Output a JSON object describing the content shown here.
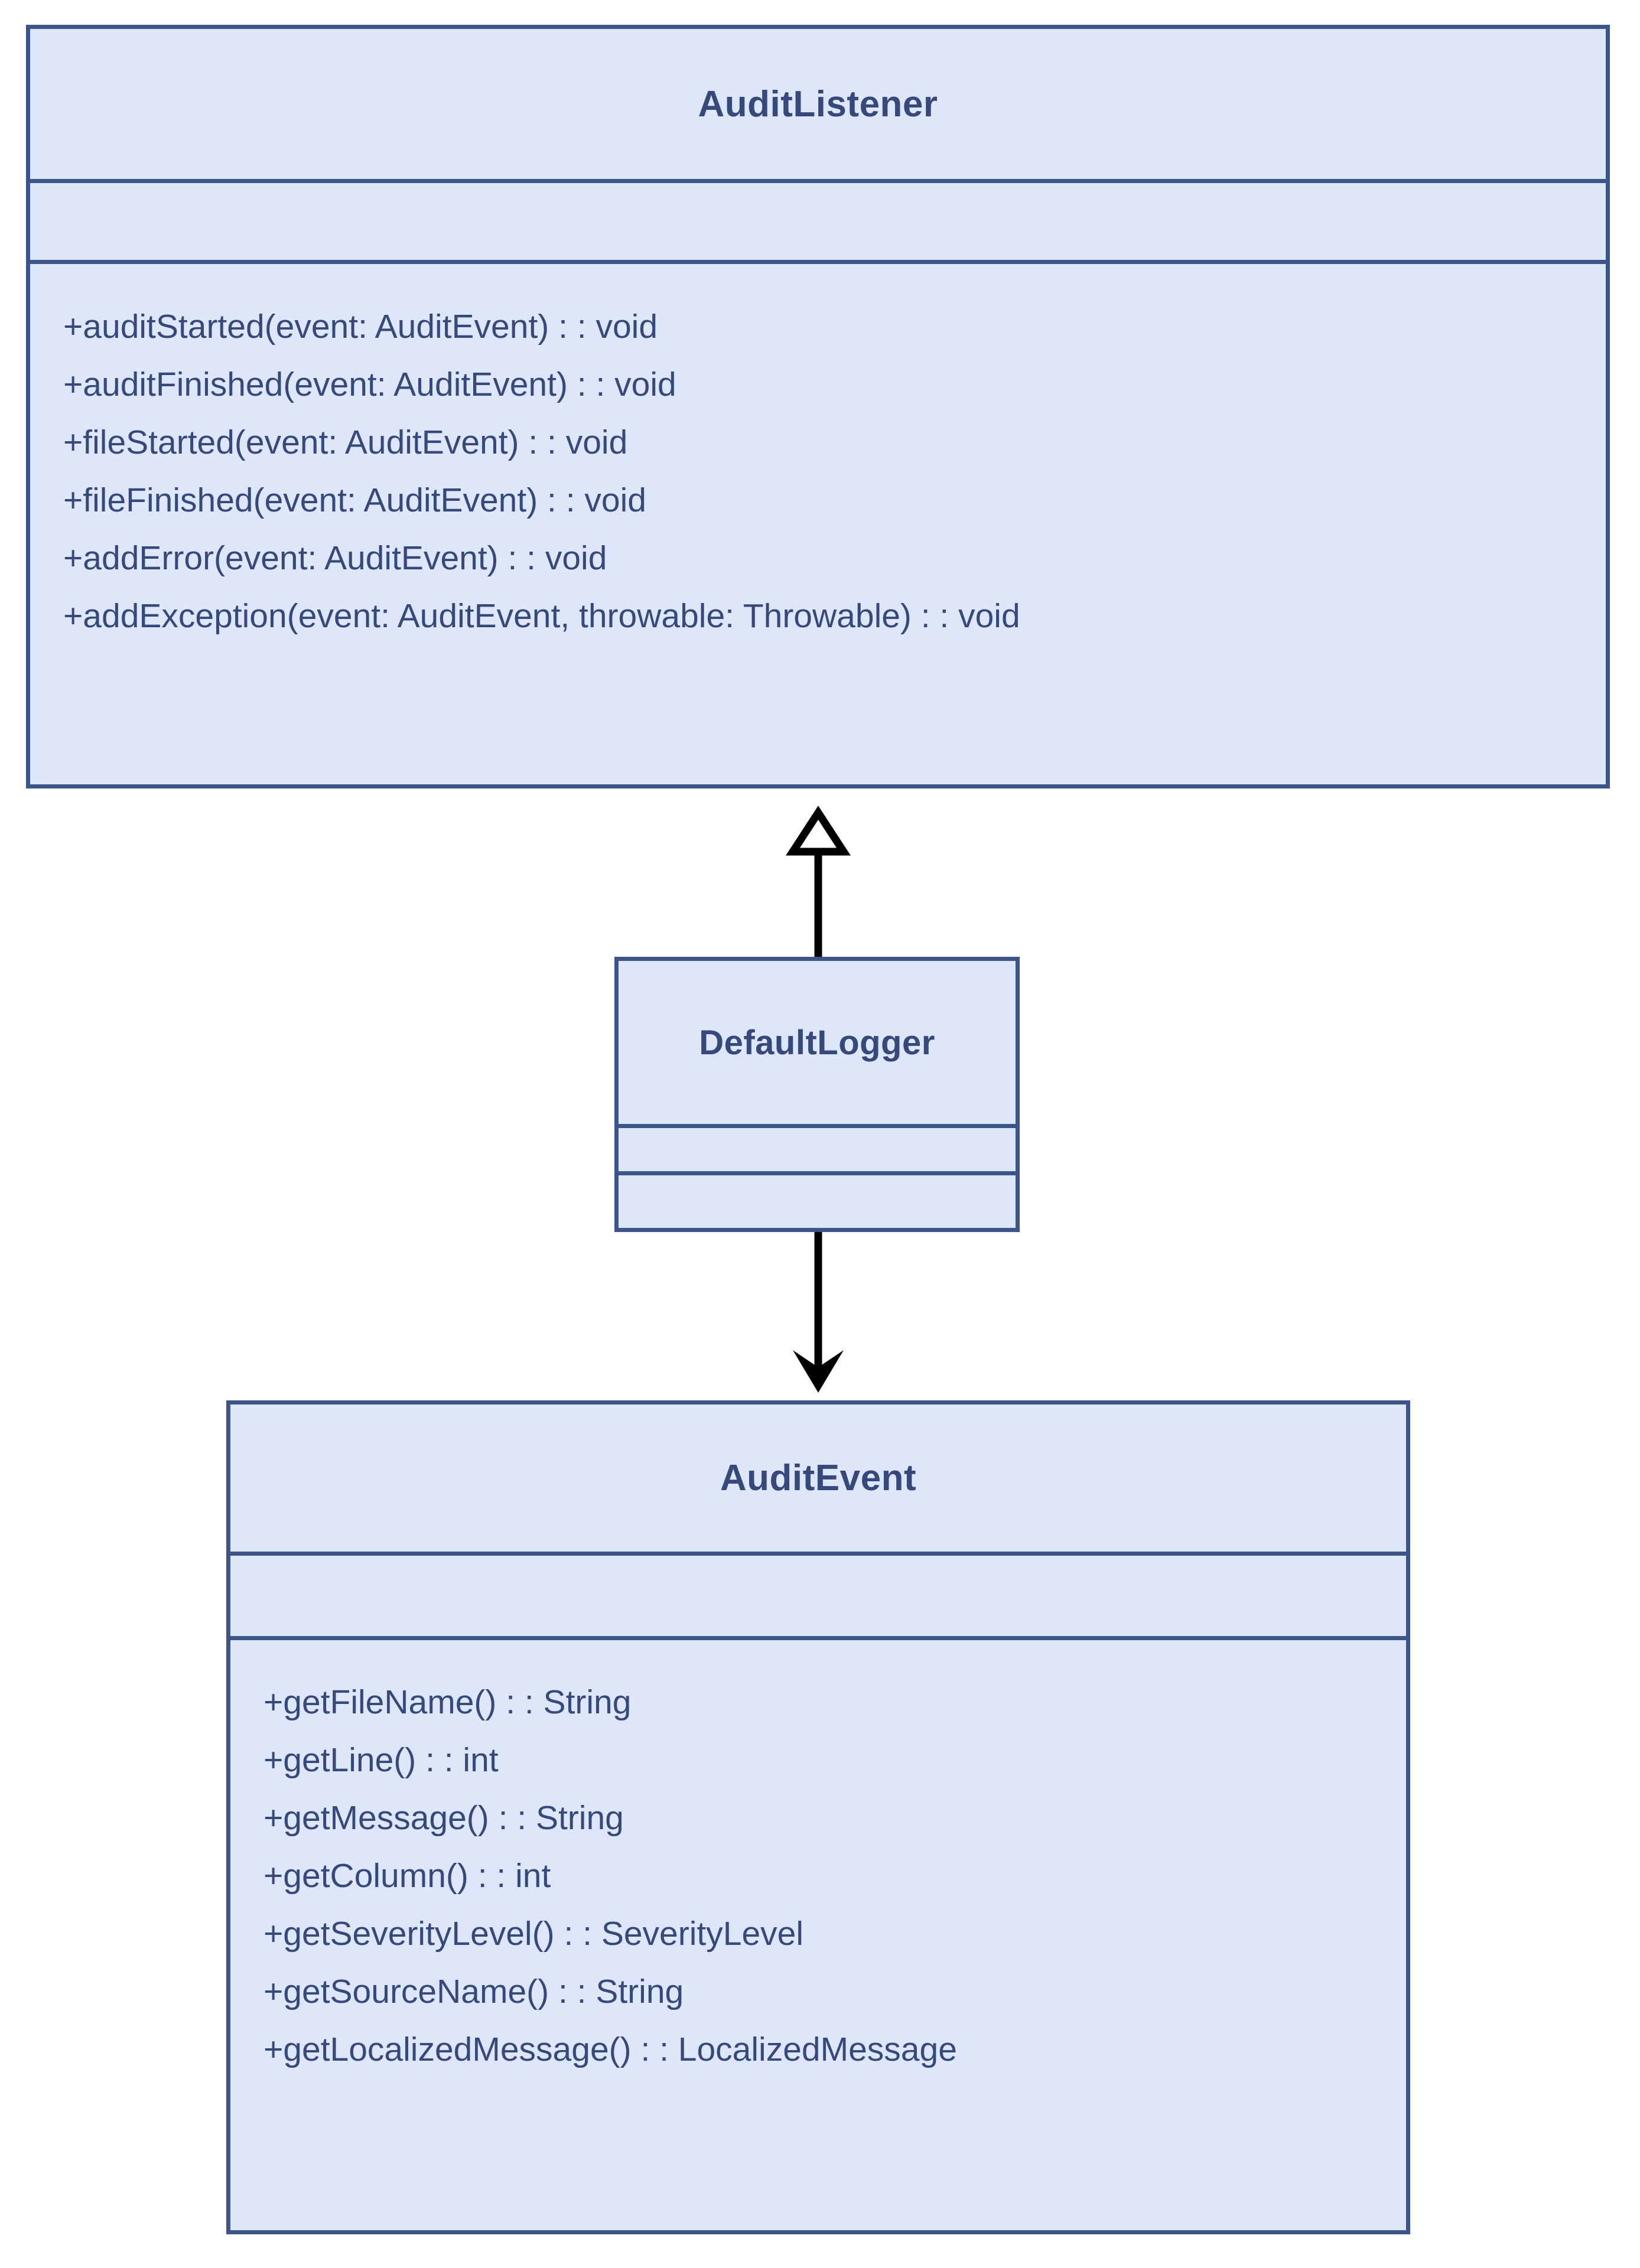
{
  "diagram": {
    "type": "uml-class-diagram",
    "background_color": "#ffffff",
    "box_fill_color": "#dee7fa",
    "box_border_color": "#3d5488",
    "text_color": "#36497a",
    "connector_color": "#000000"
  },
  "classes": {
    "audit_listener": {
      "name": "AuditListener",
      "attributes": [],
      "methods": [
        "+auditStarted(event: AuditEvent) : : void",
        "+auditFinished(event: AuditEvent) : : void",
        "+fileStarted(event: AuditEvent) : : void",
        "+fileFinished(event: AuditEvent) : : void",
        "+addError(event: AuditEvent) : : void",
        "+addException(event: AuditEvent, throwable: Throwable) : : void"
      ]
    },
    "default_logger": {
      "name": "DefaultLogger",
      "attributes": [],
      "methods": []
    },
    "audit_event": {
      "name": "AuditEvent",
      "attributes": [],
      "methods": [
        "+getFileName() : : String",
        "+getLine() : : int",
        "+getMessage() : : String",
        "+getColumn() : : int",
        "+getSeverityLevel() : : SeverityLevel",
        "+getSourceName() : : String",
        "+getLocalizedMessage() : : LocalizedMessage"
      ]
    }
  },
  "connectors": [
    {
      "id": "generalization",
      "kind": "generalization",
      "arrowhead": "hollow-triangle",
      "from": "DefaultLogger",
      "to": "AuditListener",
      "direction": "up"
    },
    {
      "id": "dependency",
      "kind": "dependency",
      "arrowhead": "solid-barbed",
      "from": "DefaultLogger",
      "to": "AuditEvent",
      "direction": "down"
    }
  ]
}
